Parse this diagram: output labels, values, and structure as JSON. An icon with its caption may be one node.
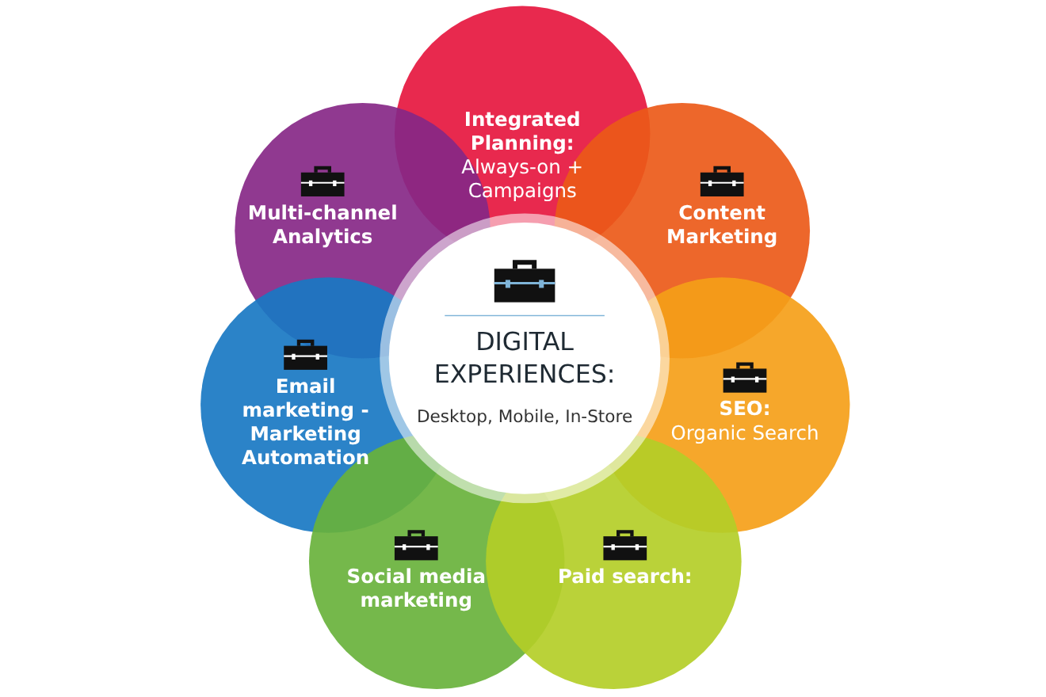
{
  "diagram": {
    "nodes": [
      {
        "text": [
          "DIGITAL EXPERIENCES:",
          "Desktop, Mobile, In-Store"
        ]
      },
      {
        "text": [
          "Integrated Planning:",
          "Always-on + Campaigns"
        ]
      },
      {
        "text": [
          "Multi-channel Analytics"
        ]
      },
      {
        "text": [
          "Content Marketing"
        ]
      },
      {
        "text": [
          "Email marketing - Marketing Automation"
        ]
      },
      {
        "text": [
          "SEO:",
          "Organic Search"
        ]
      },
      {
        "text": [
          "Social media marketing"
        ]
      },
      {
        "text": [
          "Paid search:"
        ]
      }
    ],
    "edges": []
  }
}
